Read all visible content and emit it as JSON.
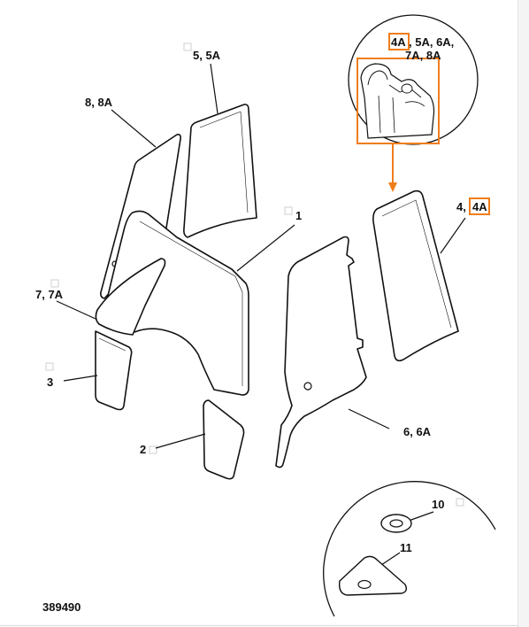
{
  "diagram": {
    "reference_number": "389490",
    "callouts": {
      "c_5_5a": "5, 5A",
      "c_8_8a": "8, 8A",
      "c_1": "1",
      "c_7_7a": "7, 7A",
      "c_3": "3",
      "c_2": "2",
      "c_6_6a": "6, 6A",
      "c_4_prefix": "4, ",
      "c_4a_highlight": "4A",
      "c_10": "10",
      "c_11": "11"
    },
    "detail_top": {
      "line1_highlight": "4A",
      "line1_rest": ", 5A, 6A,",
      "line2": "7A, 8A"
    },
    "colors": {
      "highlight": "#f07d1a",
      "line": "#111111"
    }
  }
}
